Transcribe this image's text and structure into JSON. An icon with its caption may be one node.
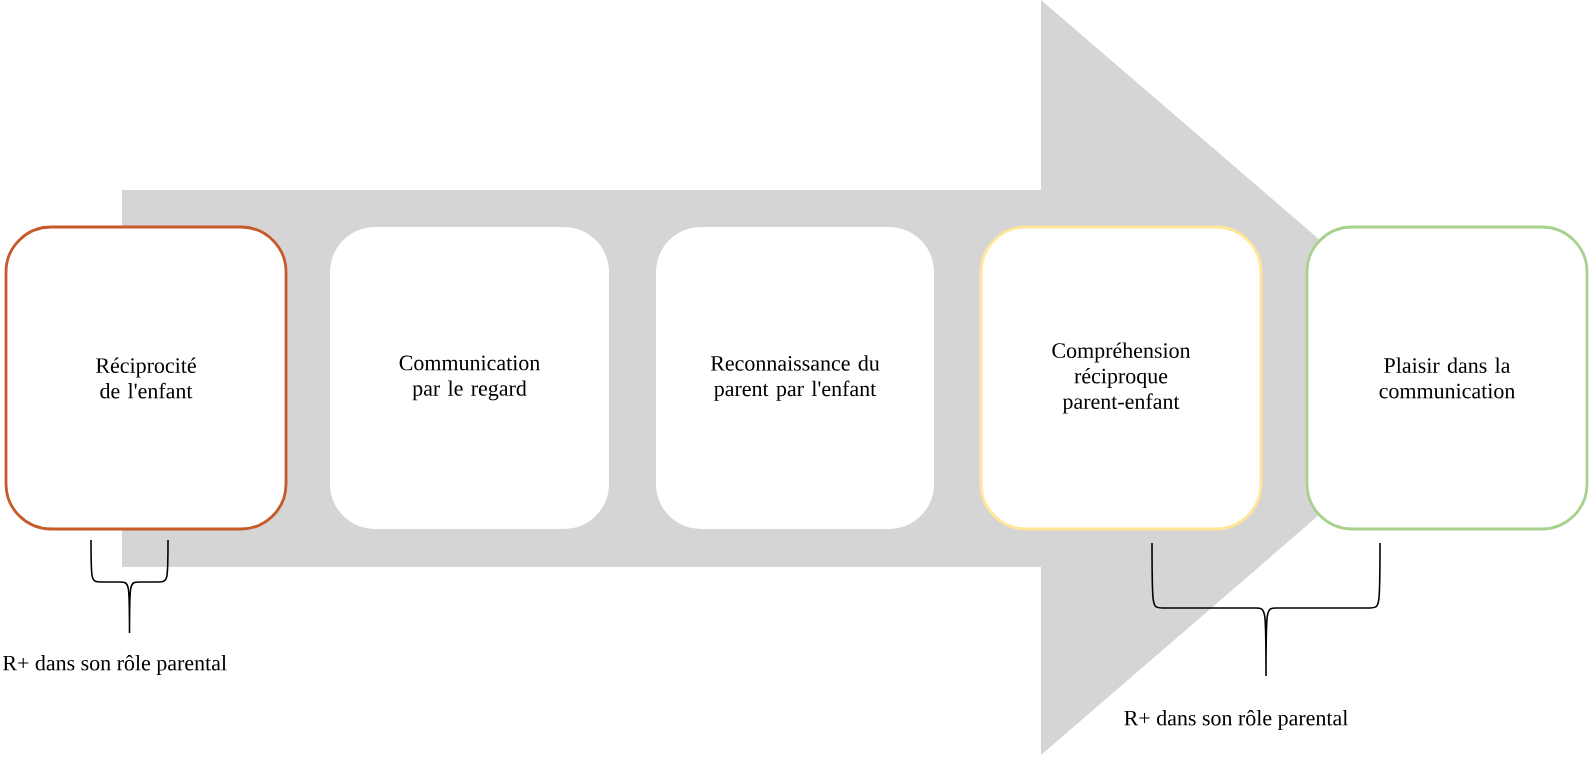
{
  "diagram": {
    "nodes": [
      {
        "text": [
          "Réciprocité de l'enfant"
        ]
      },
      {
        "text": [
          "Communication par le regard"
        ]
      },
      {
        "text": [
          "Reconnaissance du parent par l'enfant"
        ]
      },
      {
        "text": [
          "Compréhension réciproque parent-enfant"
        ]
      },
      {
        "text": [
          "Plaisir dans la communication"
        ]
      }
    ],
    "edges": [
      {
        "from": 0,
        "to": 4,
        "arrow": "to"
      }
    ],
    "labels": [
      "R+ dans son rôle parental",
      "R+ dans son rôle parental"
    ]
  }
}
